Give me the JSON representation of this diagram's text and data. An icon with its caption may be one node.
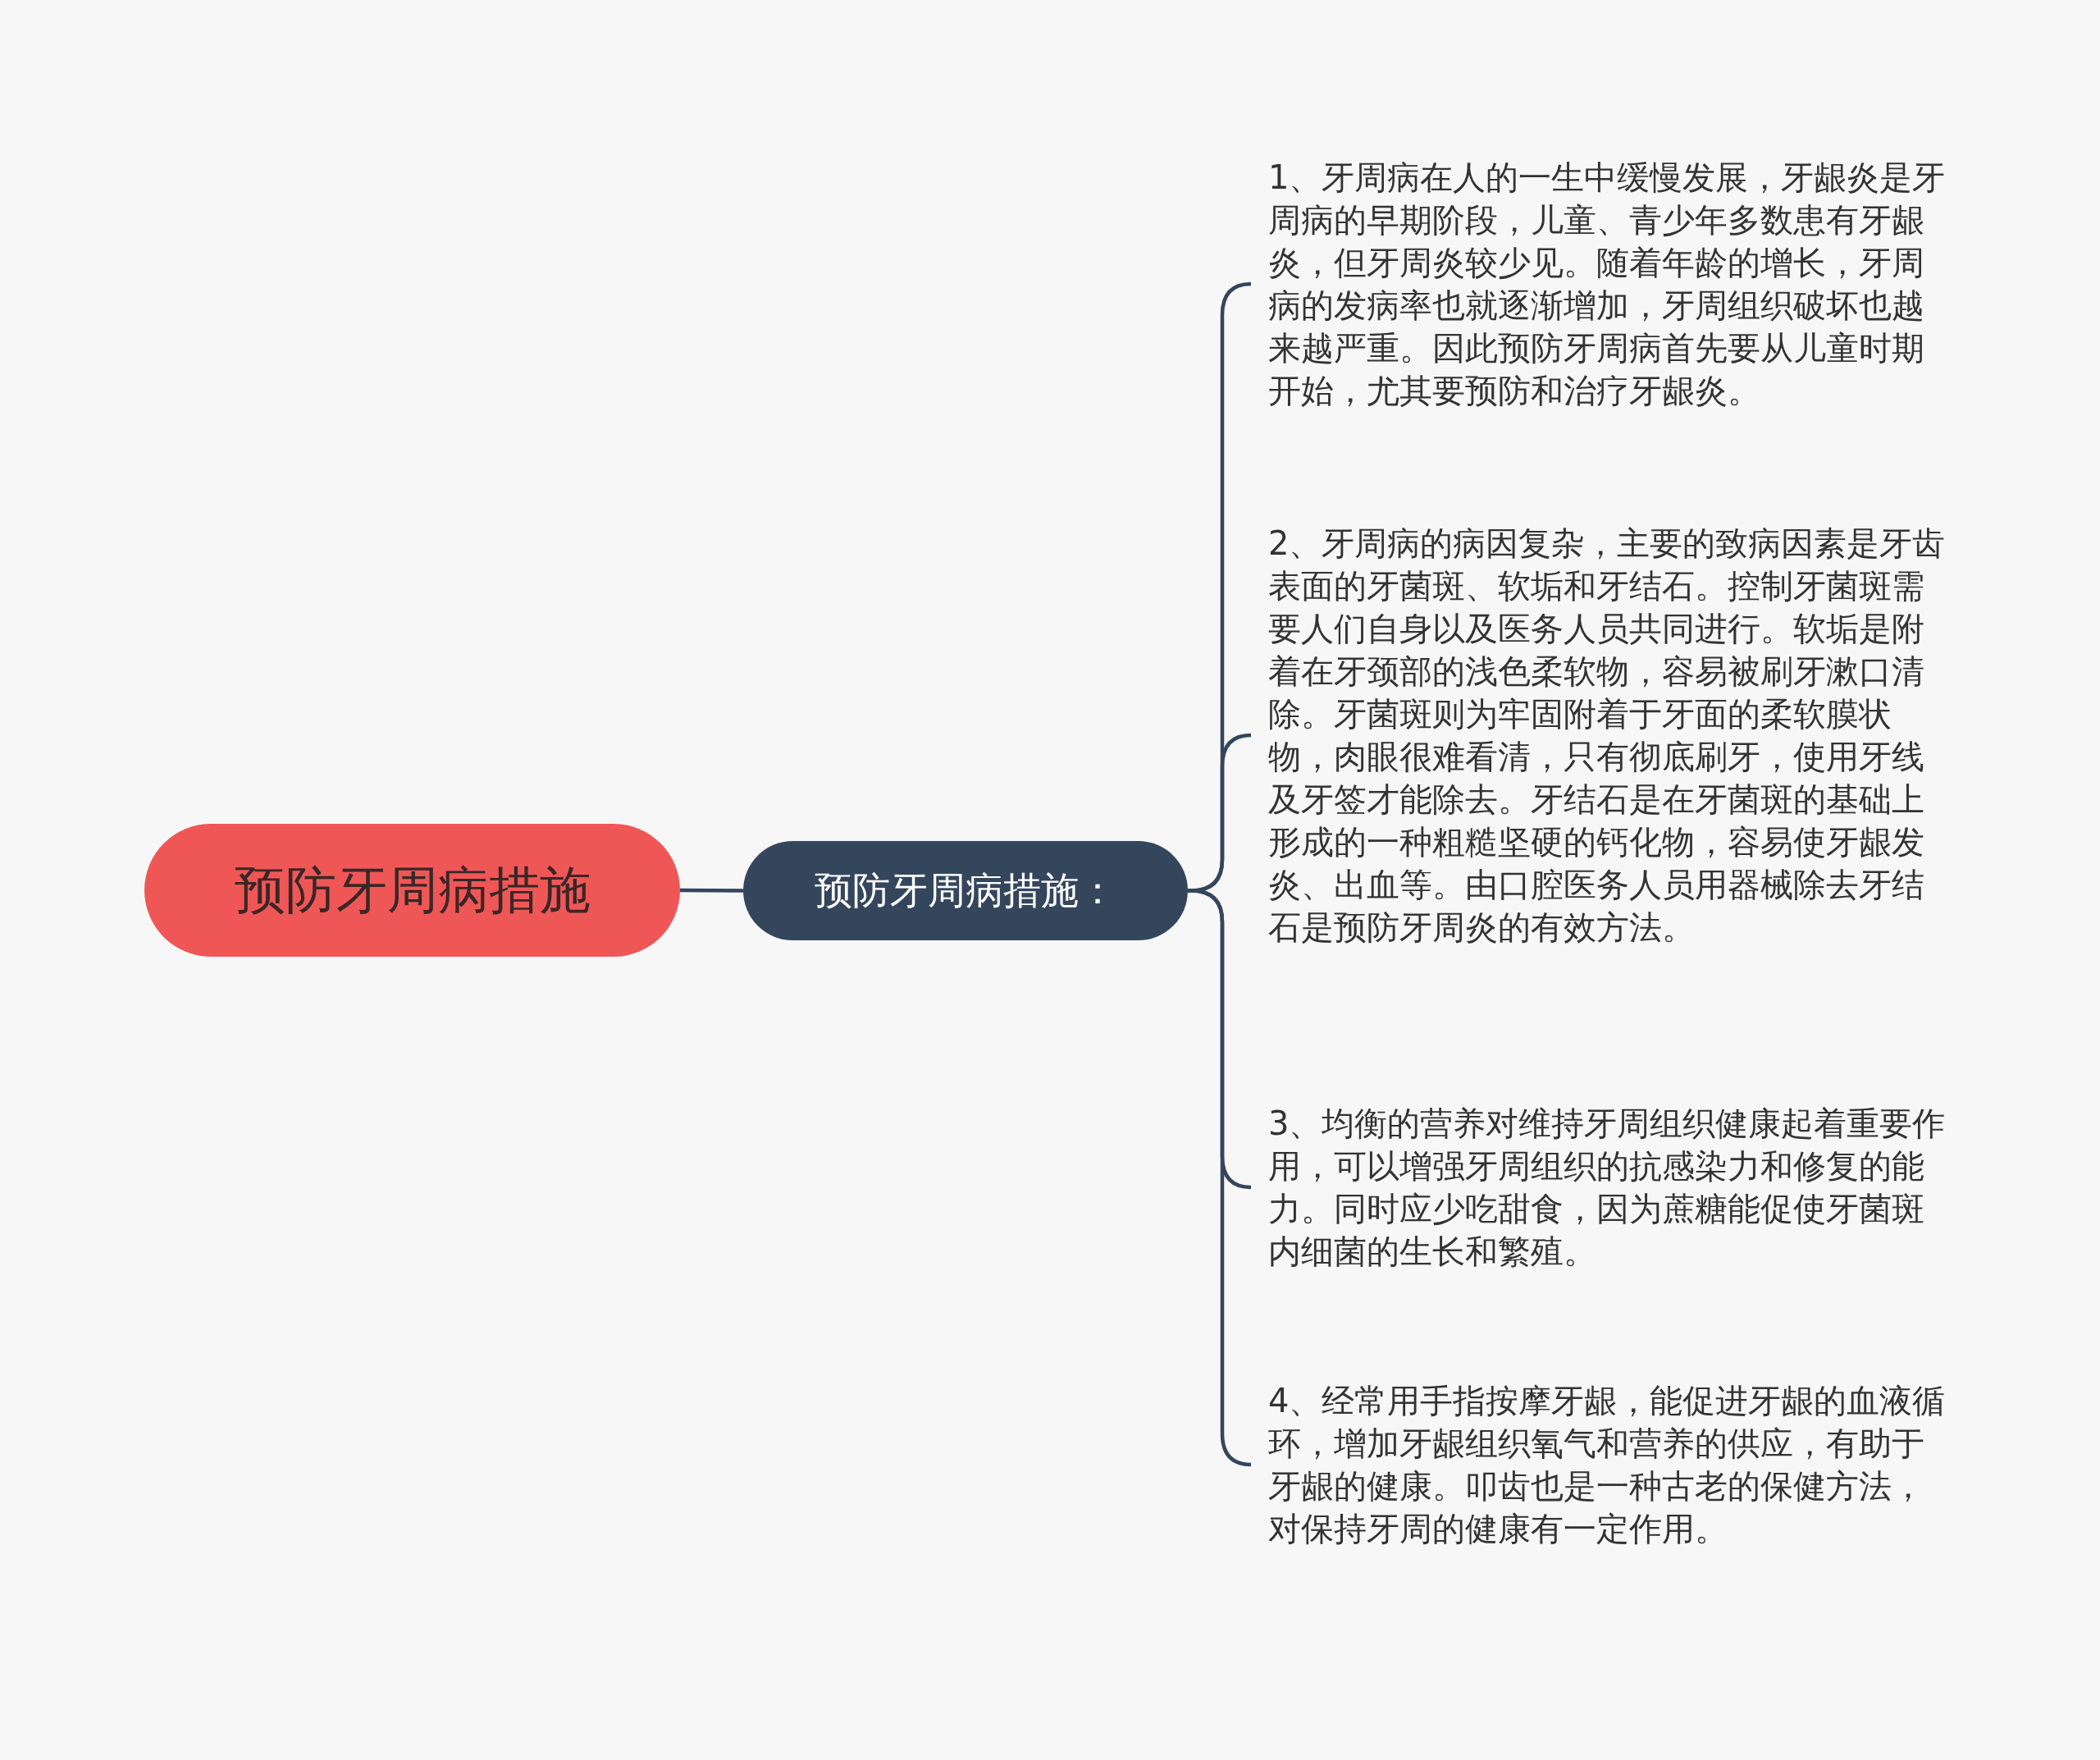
{
  "diagram": {
    "nodes": [
      {
        "text": [
          "预防牙周病措施"
        ]
      },
      {
        "text": [
          "预防牙周病措施："
        ]
      },
      {
        "text": [
          "1、牙周病在人的一生中缓慢发展，牙龈炎是牙周病的早期阶段，儿童、青少年多数患有牙龈炎，但牙周炎较少见。随着年龄的增长，牙周病的发病率也就逐渐增加，牙周组织破坏也越来越严重。因此预防牙周病首先要从儿童时期开始，尤其要预防和治疗牙龈炎。"
        ]
      },
      {
        "text": [
          "2、牙周病的病因复杂，主要的致病因素是牙齿表面的牙菌斑、软垢和牙结石。控制牙菌斑需要人们自身以及医务人员共同进行。软垢是附着在牙颈部的浅色柔软物，容易被刷牙漱口清除。牙菌斑则为牢固附着于牙面的柔软膜状物，肉眼很难看清，只有彻底刷牙，使用牙线及牙签才能除去。牙结石是在牙菌斑的基础上形成的一种粗糙坚硬的钙化物，容易使牙龈发炎、出血等。由口腔医务人员用器械除去牙结石是预防牙周炎的有效方法。"
        ]
      },
      {
        "text": [
          "3、均衡的营养对维持牙周组织健康起着重要作用，可以增强牙周组织的抗感染力和修复的能力。同时应少吃甜食，因为蔗糖能促使牙菌斑内细菌的生长和繁殖。"
        ]
      },
      {
        "text": [
          "4、经常用手指按摩牙龈，能促进牙龈的血液循环，增加牙龈组织氧气和营养的供应，有助于牙龈的健康。叩齿也是一种古老的保健方法，对保持牙周的健康有一定作用。"
        ]
      }
    ],
    "edges": [
      {
        "from": 0,
        "to": 1,
        "arrow": "none"
      },
      {
        "from": 1,
        "to": 2,
        "arrow": "none"
      },
      {
        "from": 1,
        "to": 3,
        "arrow": "none"
      },
      {
        "from": 1,
        "to": 4,
        "arrow": "none"
      },
      {
        "from": 1,
        "to": 5,
        "arrow": "none"
      }
    ]
  }
}
